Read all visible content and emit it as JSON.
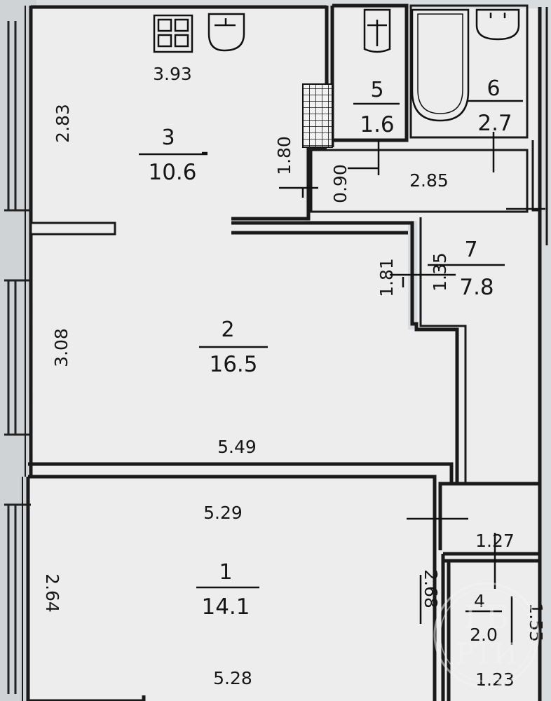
{
  "rooms": {
    "r1": {
      "number": "1",
      "area": "14.1"
    },
    "r2": {
      "number": "2",
      "area": "16.5"
    },
    "r3": {
      "number": "3",
      "area": "10.6"
    },
    "r4": {
      "number": "4",
      "area": "2.0"
    },
    "r5": {
      "number": "5",
      "area": "1.6"
    },
    "r6": {
      "number": "6",
      "area": "2.7"
    },
    "r7": {
      "number": "7",
      "area": "7.8"
    }
  },
  "dimensions": {
    "d393": "3.93",
    "d283": "2.83",
    "d180": "1.80",
    "d090": "0.90",
    "d285": "2.85",
    "d181": "1.81",
    "d135": "1.35",
    "d308": "3.08",
    "d549": "5.49",
    "d529": "5.29",
    "d127": "1.27",
    "d264": "2.64",
    "d268": "2.68",
    "d528": "5.28",
    "d155": "1.55",
    "d123": "1.23"
  },
  "watermark": {
    "line1": "ГБ",
    "line2": "РТИ"
  }
}
